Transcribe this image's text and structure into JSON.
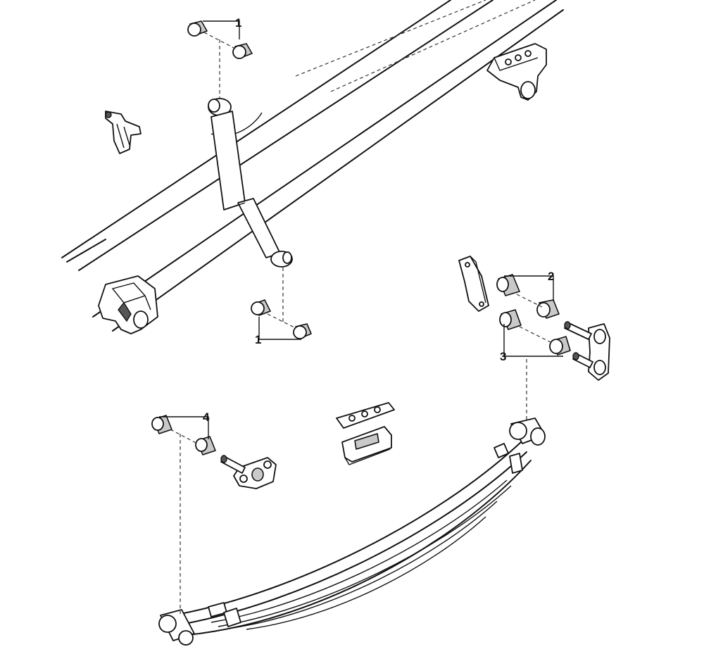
{
  "callouts": {
    "c1_top": "1",
    "c1_bottom": "1",
    "c2": "2",
    "c3": "3",
    "c4": "4"
  },
  "colors": {
    "line": "#111111",
    "part_fill": "#ffffff",
    "shade_fill": "#c9c9c9",
    "background": "#ffffff"
  }
}
